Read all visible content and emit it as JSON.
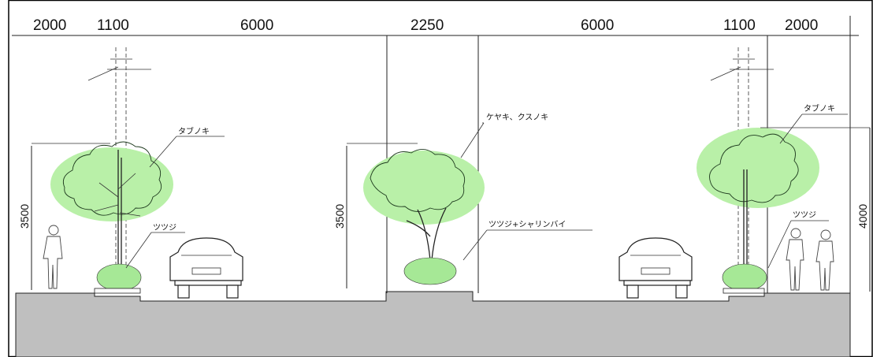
{
  "dimensions": {
    "top": [
      "2000",
      "1100",
      "6000",
      "2250",
      "6000",
      "1100",
      "2000"
    ],
    "left_height": "3500",
    "median_height": "3500",
    "right_height": "4000"
  },
  "labels": {
    "left_tree": "タブノキ",
    "left_shrub": "ツツジ",
    "median_tree": "ケヤキ、クスノキ",
    "median_shrub": "ツツジ+シャリンバイ",
    "right_tree": "タブノキ",
    "right_shrub": "ツツジ"
  },
  "colors": {
    "canopy": "#b9f0a8",
    "shrub": "#a6e896",
    "ground": "#bfbfbf",
    "frame": "#000000"
  }
}
